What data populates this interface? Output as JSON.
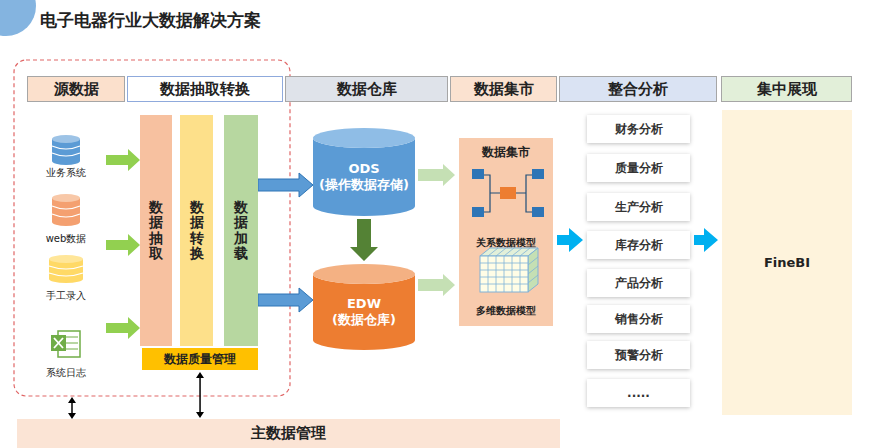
{
  "diagram": {
    "title": "电子电器行业大数据解决方案",
    "nodes": [
      {
        "text": [
          "源数据"
        ]
      },
      {
        "text": [
          "数据抽取转换"
        ]
      },
      {
        "text": [
          "数据仓库"
        ]
      },
      {
        "text": [
          "数据集市"
        ]
      },
      {
        "text": [
          "整合分析"
        ]
      },
      {
        "text": [
          "集中展现"
        ]
      },
      {
        "text": [
          "业务系统"
        ]
      },
      {
        "text": [
          "web数据"
        ]
      },
      {
        "text": [
          "手工录入"
        ]
      },
      {
        "text": [
          "系统日志"
        ]
      },
      {
        "text": [
          "数据抽取"
        ]
      },
      {
        "text": [
          "数据转换"
        ]
      },
      {
        "text": [
          "数据加载"
        ]
      },
      {
        "text": [
          "数据质量管理"
        ]
      },
      {
        "text": [
          "ODS",
          "(操作数据存储)"
        ]
      },
      {
        "text": [
          "EDW",
          "(数据仓库)"
        ]
      },
      {
        "text": [
          "数据集市",
          "关系数据模型",
          "多维数据模型"
        ]
      },
      {
        "text": [
          "财务分析"
        ]
      },
      {
        "text": [
          "质量分析"
        ]
      },
      {
        "text": [
          "生产分析"
        ]
      },
      {
        "text": [
          "库存分析"
        ]
      },
      {
        "text": [
          "产品分析"
        ]
      },
      {
        "text": [
          "销售分析"
        ]
      },
      {
        "text": [
          "预警分析"
        ]
      },
      {
        "text": [
          "....."
        ]
      },
      {
        "text": [
          "FineBI"
        ]
      },
      {
        "text": [
          "主数据管理"
        ]
      }
    ],
    "edges": [
      {
        "from": 6,
        "to": 10,
        "arrow": "to"
      },
      {
        "from": 7,
        "to": 10,
        "arrow": "to"
      },
      {
        "from": 9,
        "to": 10,
        "arrow": "to"
      },
      {
        "from": 12,
        "to": 14,
        "arrow": "to"
      },
      {
        "from": 12,
        "to": 15,
        "arrow": "to"
      },
      {
        "from": 14,
        "to": 15,
        "arrow": "to"
      },
      {
        "from": 14,
        "to": 16,
        "arrow": "to"
      },
      {
        "from": 15,
        "to": 16,
        "arrow": "to"
      },
      {
        "from": 16,
        "to": 20,
        "arrow": "to"
      },
      {
        "from": 20,
        "to": 25,
        "arrow": "to"
      },
      {
        "from": 13,
        "to": 26,
        "arrow": "both"
      }
    ]
  }
}
